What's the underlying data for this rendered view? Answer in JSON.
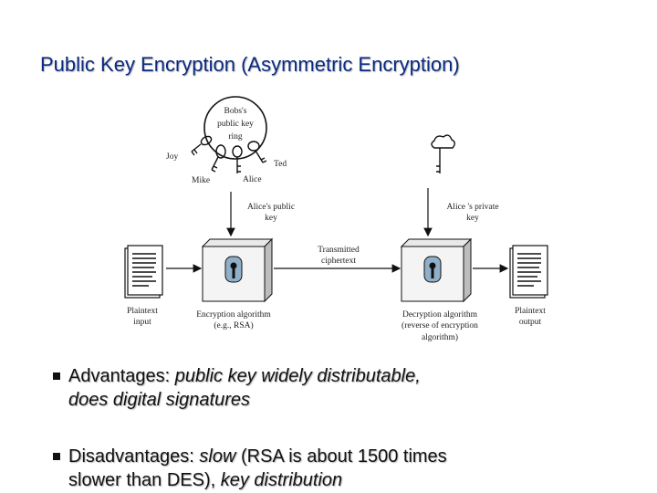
{
  "slide": {
    "title": "Public Key Encryption (Asymmetric Encryption)"
  },
  "diagram": {
    "ring_label_1": "Bobs's",
    "ring_label_2": "public key",
    "ring_label_3": "ring",
    "joy": "Joy",
    "ted": "Ted",
    "mike": "Mike",
    "alice": "Alice",
    "alice_public_1": "Alice's public",
    "alice_public_2": "key",
    "alice_private_1": "Alice 's private",
    "alice_private_2": "key",
    "transmitted_1": "Transmitted",
    "transmitted_2": "ciphertext",
    "plaintext_input_1": "Plaintext",
    "plaintext_input_2": "input",
    "enc_alg_1": "Encryption algorithm",
    "enc_alg_2": "(e.g., RSA)",
    "dec_alg_1": "Decryption algorithm",
    "dec_alg_2": "(reverse of encryption",
    "dec_alg_3": "algorithm)",
    "plaintext_output_1": "Plaintext",
    "plaintext_output_2": "output"
  },
  "bullets": {
    "adv_lead": "Advantages: ",
    "adv_em": "public key widely distributable,",
    "adv_line2": "does digital signatures",
    "dis_lead": "Disadvantages: ",
    "dis_em": "slow",
    "dis_rest": " (RSA is about 1500 times",
    "dis_line2_a": "slower than DES), ",
    "dis_line2_em": "key distribution"
  }
}
